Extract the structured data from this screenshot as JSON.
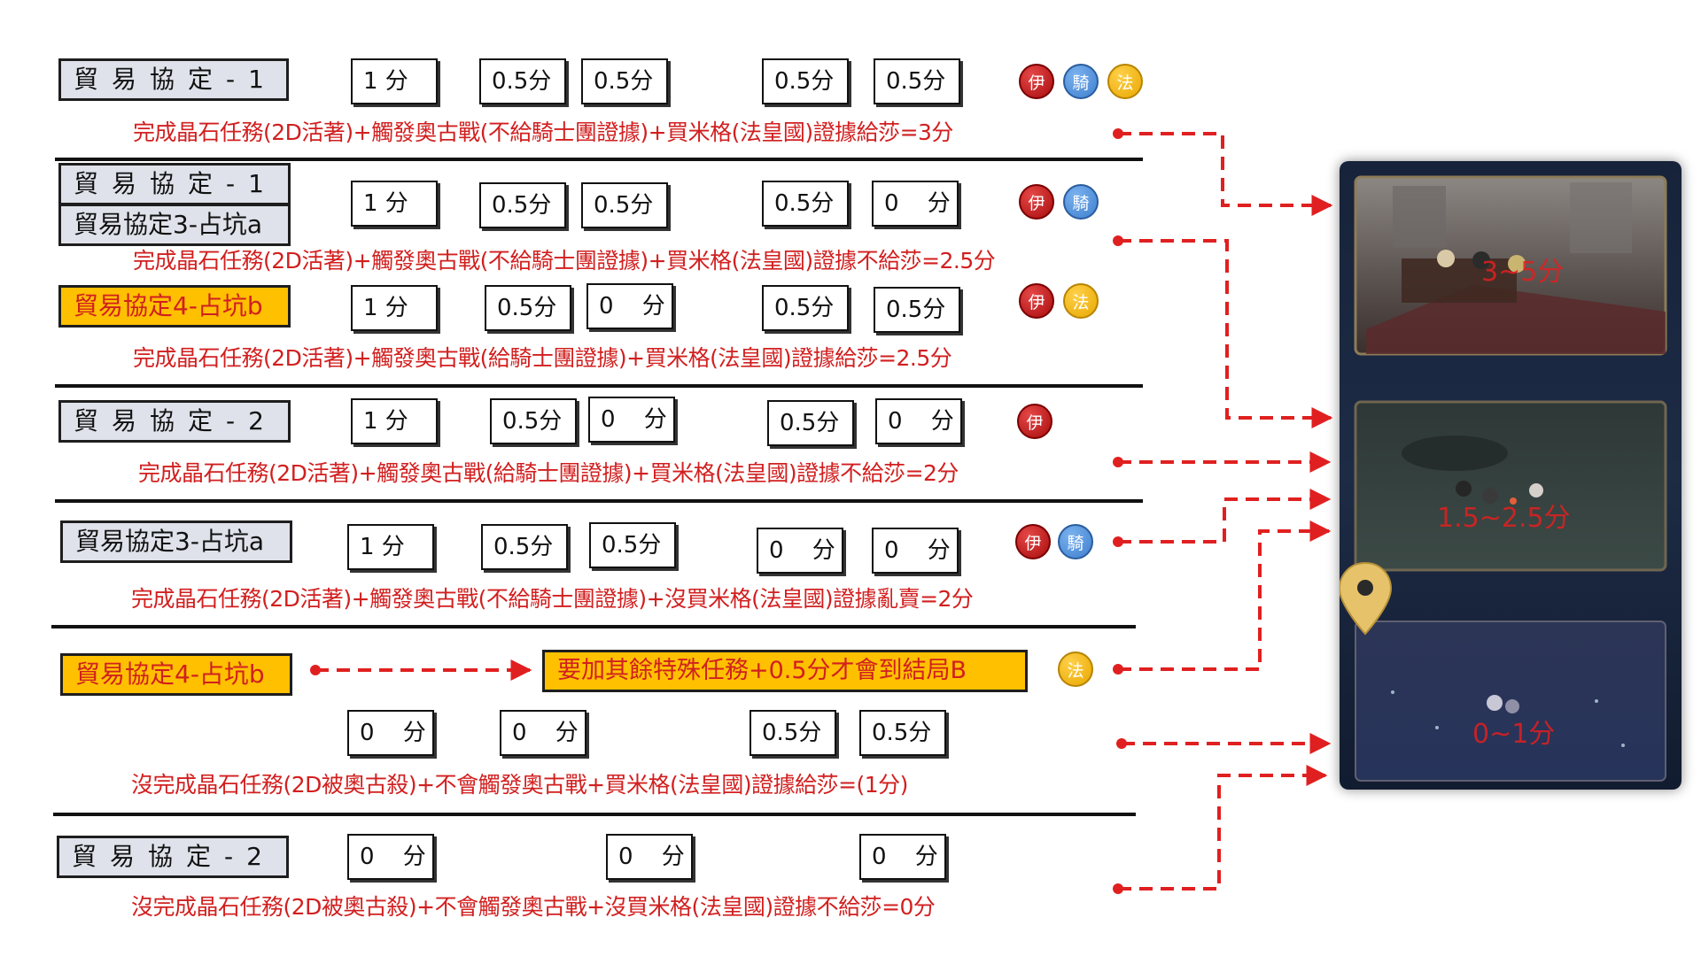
{
  "rows": [
    {
      "labels": [
        "貿易協定-1"
      ],
      "scores": [
        "1 分",
        "0.5分",
        "0.5分",
        "0.5分",
        "0.5分"
      ],
      "badges": [
        "伊",
        "騎",
        "法"
      ],
      "desc": "完成晶石任務(2D活著)+觸發奧古戰(不給騎士團證據)+買米格(法皇國)證據給莎=3分"
    },
    {
      "labels": [
        "貿易協定-1",
        "貿易協定3-占坑a"
      ],
      "scores": [
        "1 分",
        "0.5分",
        "0.5分",
        "0.5分",
        "0 分"
      ],
      "badges": [
        "伊",
        "騎"
      ],
      "desc": "完成晶石任務(2D活著)+觸發奧古戰(不給騎士團證據)+買米格(法皇國)證據不給莎=2.5分"
    },
    {
      "labels": [
        "貿易協定4-占坑b"
      ],
      "scores": [
        "1 分",
        "0.5分",
        "0 分",
        "0.5分",
        "0.5分"
      ],
      "badges": [
        "伊",
        "法"
      ],
      "desc": "完成晶石任務(2D活著)+觸發奧古戰(給騎士團證據)+買米格(法皇國)證據給莎=2.5分"
    },
    {
      "labels": [
        "貿易協定-2"
      ],
      "scores": [
        "1 分",
        "0.5分",
        "0 分",
        "0.5分",
        "0 分"
      ],
      "badges": [
        "伊"
      ],
      "desc": "完成晶石任務(2D活著)+觸發奧古戰(給騎士團證據)+買米格(法皇國)證據不給莎=2分"
    },
    {
      "labels": [
        "貿易協定3-占坑a"
      ],
      "scores": [
        "1 分",
        "0.5分",
        "0.5分",
        "0 分",
        "0 分"
      ],
      "badges": [
        "伊",
        "騎"
      ],
      "desc": "完成晶石任務(2D活著)+觸發奧古戰(不給騎士團證據)+沒買米格(法皇國)證據亂賣=2分"
    },
    {
      "labels": [
        "貿易協定4-占坑b"
      ],
      "note": "要加其餘特殊任務+0.5分才會到結局B",
      "scores": [
        "0 分",
        "0 分",
        "0.5分",
        "0.5分"
      ],
      "badges": [
        "法"
      ],
      "desc": "沒完成晶石任務(2D被奧古殺)+不會觸發奧古戰+買米格(法皇國)證據給莎=(1分)"
    },
    {
      "labels": [
        "貿易協定-2"
      ],
      "scores": [
        "0 分",
        "0 分",
        "0 分"
      ],
      "badges": [],
      "desc": "沒完成晶石任務(2D被奧古殺)+不會觸發奧古戰+沒買米格(法皇國)證據不給莎=0分"
    }
  ],
  "endings": [
    "3~5分",
    "1.5~2.5分",
    "0~1分"
  ],
  "colors": {
    "label_bg": "#dfe2ea",
    "label_highlight": "#ffc000",
    "desc_text": "#d21f1f",
    "arrow": "#e02020",
    "badge_yi": "#c01818",
    "badge_qi": "#5a96de",
    "badge_fa": "#f2bc1c"
  },
  "icons": [
    "map-pin-icon"
  ]
}
